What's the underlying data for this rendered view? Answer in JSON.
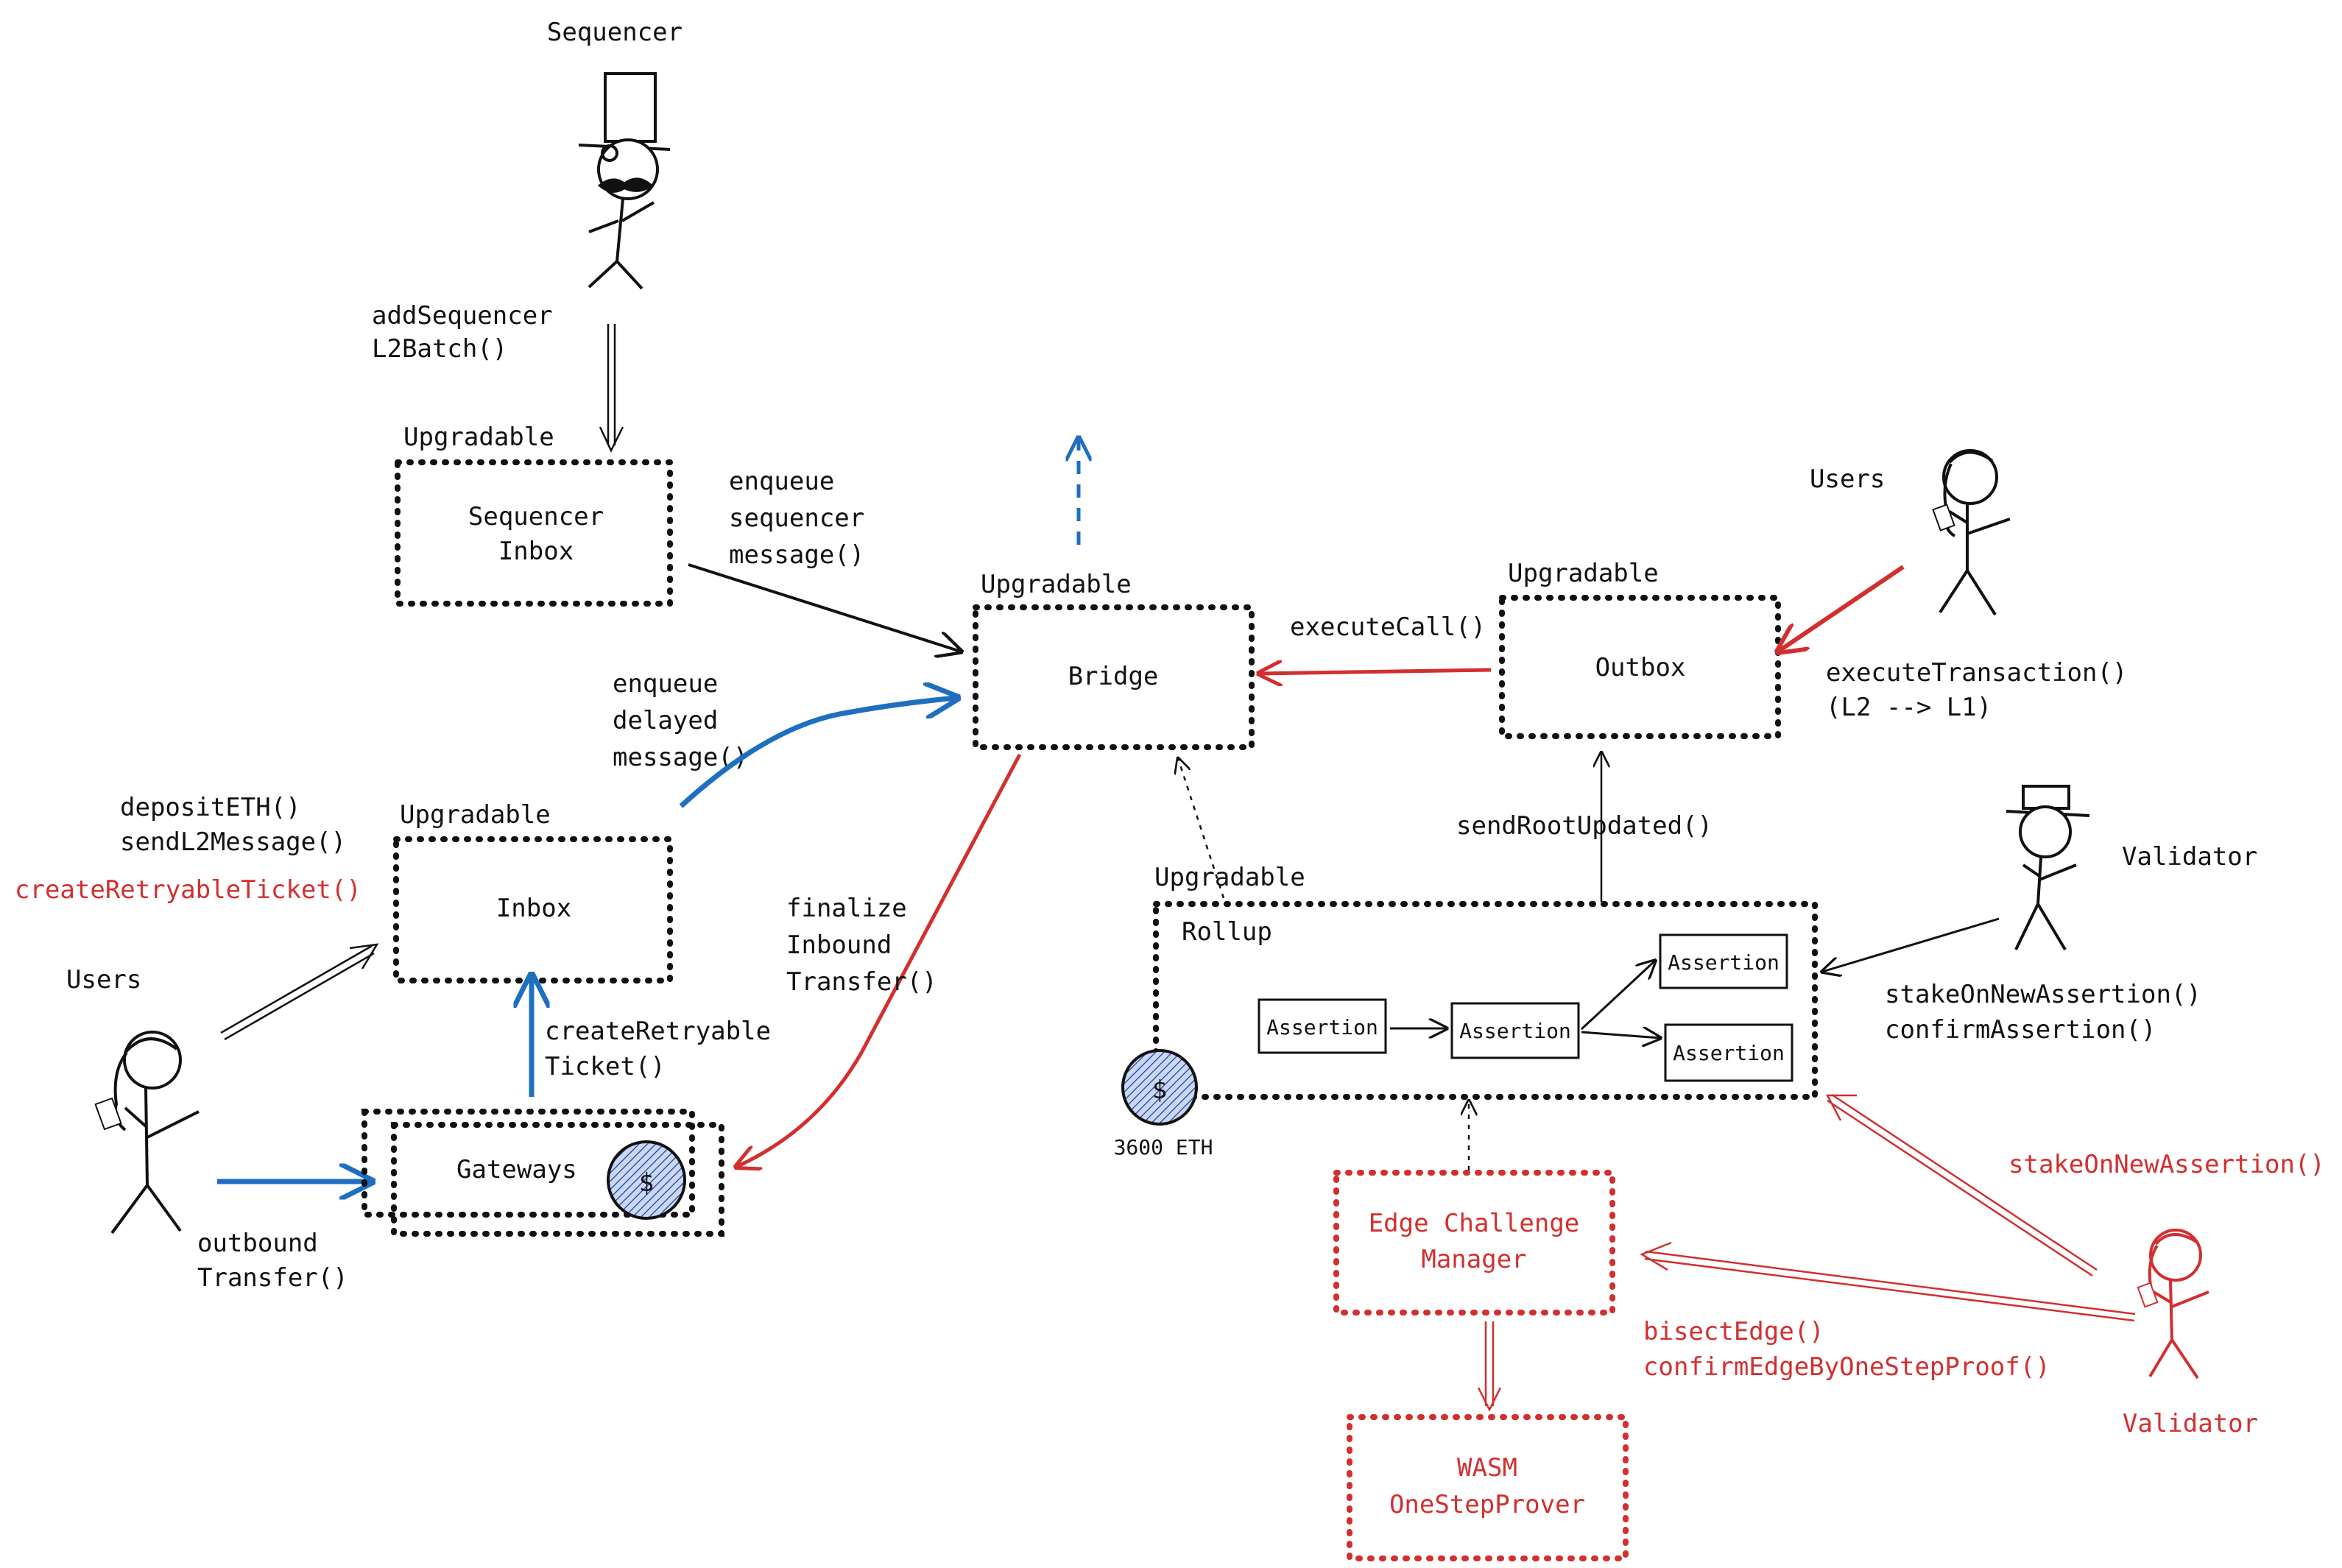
{
  "labels": {
    "sequencer_actor": "Sequencer",
    "add_batch_1": "addSequencer",
    "add_batch_2": "L2Batch()",
    "upgradable": "Upgradable",
    "seq_inbox_1": "Sequencer",
    "seq_inbox_2": "Inbox",
    "enqueue_seq_1": "enqueue",
    "enqueue_seq_2": "sequencer",
    "enqueue_seq_3": "message()",
    "bridge": "Bridge",
    "execute_call": "executeCall()",
    "outbox": "Outbox",
    "users_right": "Users",
    "exec_tx_1": "executeTransaction()",
    "exec_tx_2": "(L2 --> L1)",
    "enqueue_del_1": "enqueue",
    "enqueue_del_2": "delayed",
    "enqueue_del_3": "message()",
    "deposit_1": "depositETH()",
    "deposit_2": "sendL2Message()",
    "deposit_3": "createRetryableTicket()",
    "inbox": "Inbox",
    "users_left": "Users",
    "create_ret_1": "createRetryable",
    "create_ret_2": "Ticket()",
    "gateways": "Gateways",
    "outbound_1": "outbound",
    "outbound_2": "Transfer()",
    "finalize_1": "finalize",
    "finalize_2": "Inbound",
    "finalize_3": "Transfer()",
    "send_root": "sendRootUpdated()",
    "rollup": "Rollup",
    "assertion": "Assertion",
    "eth_amount": "3600 ETH",
    "validator_right": "Validator",
    "stake_1": "stakeOnNewAssertion()",
    "stake_2": "confirmAssertion()",
    "stake_red": "stakeOnNewAssertion()",
    "edge_1": "Edge Challenge",
    "edge_2": "Manager",
    "bisect_1": "bisectEdge()",
    "bisect_2": "confirmEdgeByOneStepProof()",
    "wasm_1": "WASM",
    "wasm_2": "OneStepProver",
    "validator_red": "Validator",
    "coin_symbol": "$"
  },
  "colors": {
    "black": "#111111",
    "blue": "#1e6fc0",
    "red": "#d32f2f"
  }
}
